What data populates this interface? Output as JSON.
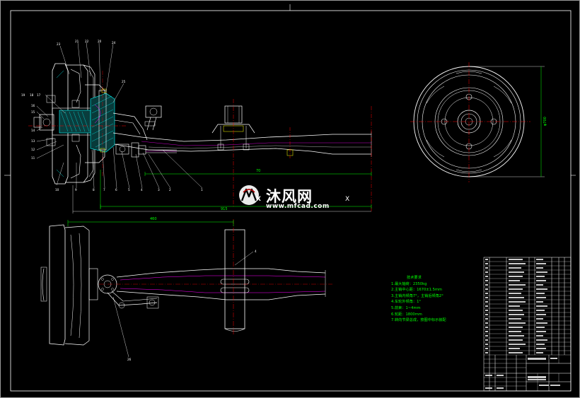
{
  "drawing": {
    "tech_notes_title": "技术要求",
    "tech_notes": [
      "1.最大轴荷：2350kg",
      "2.主销中心距：1670±1.5mm",
      "3.主销内倾角7°，主销后倾角2°",
      "4.车轮外倾角：1°",
      "5.前束：1~4mm",
      "6.轮距：1800mm",
      "7.转向节梁总成，按图中标示装配"
    ],
    "dimensions": {
      "dim_70": "70",
      "dim_915": "915",
      "dim_460": "460",
      "wheel_dia": "φ700"
    },
    "balloons": {
      "top_left": [
        "23",
        "21",
        "22",
        "20",
        "24"
      ],
      "left_side": [
        "19",
        "18",
        "17",
        "16",
        "15",
        "14",
        "13",
        "12",
        "11"
      ],
      "bottom": [
        "10",
        "9",
        "8",
        "7",
        "6",
        "5",
        "4",
        "3",
        "2",
        "1"
      ],
      "right_mid": "25",
      "plan_leader": "4",
      "plan_lower": "26"
    }
  },
  "watermark": {
    "cn": "沐风网",
    "url": "www.mfcad.com"
  },
  "colors": {
    "background": "#000000",
    "outline": "#ffffff",
    "part_cyan": "#00ffff",
    "notes_green": "#00ff00",
    "centerline_red": "#ff0000",
    "dimension_green": "#00ff00",
    "detail_magenta": "#ff00ff",
    "part_yellow": "#ffff00"
  }
}
